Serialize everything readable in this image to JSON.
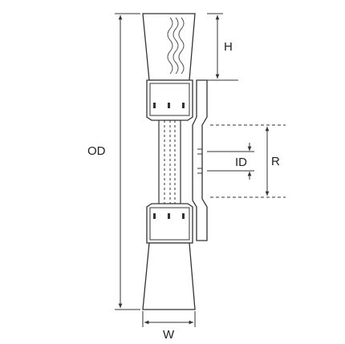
{
  "diagram": {
    "labels": {
      "od": "OD",
      "h": "H",
      "id": "ID",
      "r": "R",
      "w": "W"
    }
  }
}
